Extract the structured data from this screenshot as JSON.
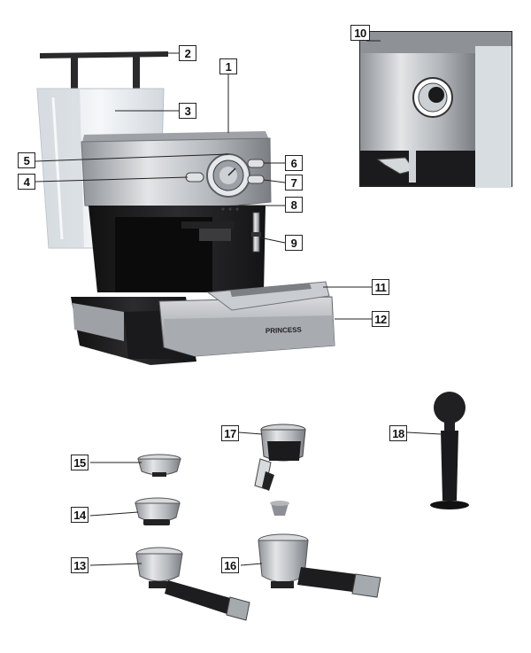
{
  "callouts": {
    "c1": "1",
    "c2": "2",
    "c3": "3",
    "c4": "4",
    "c5": "5",
    "c6": "6",
    "c7": "7",
    "c8": "8",
    "c9": "9",
    "c10": "10",
    "c11": "11",
    "c12": "12",
    "c13": "13",
    "c14": "14",
    "c15": "15",
    "c16": "16",
    "c17": "17",
    "c18": "18"
  },
  "brand_label": "PRINCESS",
  "colors": {
    "steel": "#b9bcc0",
    "steel_dark": "#7c8085",
    "black_body": "#1c1c1e",
    "outline": "#222222"
  }
}
